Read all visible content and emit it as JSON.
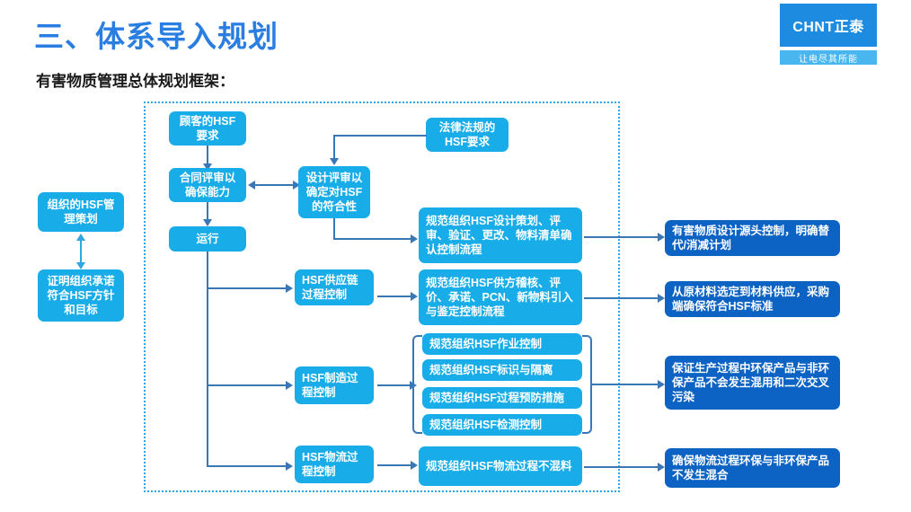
{
  "header": {
    "title": "三、体系导入规划",
    "subtitle": "有害物质管理总体规划框架：",
    "logo_text": "CHNT正泰",
    "logo_tagline": "让电尽其所能"
  },
  "colors": {
    "title_blue": "#2a7de1",
    "box_cyan": "#18ace8",
    "box_navy": "#0d63c4",
    "connector": "#3a77b5",
    "dotted_border": "#2ea8e0",
    "logo_blue": "#1d8ce0",
    "logo_tag_blue": "#49b6ef"
  },
  "left_column": {
    "policy_box": "组织的HSF管理策划",
    "commitment_box": "证明组织承诺符合HSF方针和目标"
  },
  "flow_column": {
    "customer_req": "顾客的HSF要求",
    "contract_review": "合同评审以确保能力",
    "operation": "运行",
    "design_review": "设计评审以确定对HSF的符合性",
    "legal_req": "法律法规的HSF要求",
    "supply_chain": "HSF供应链过程控制",
    "manufacturing": "HSF制造过程控制",
    "logistics": "HSF物流过程控制"
  },
  "process_column": {
    "design_process": "规范组织HSF设计策划、评审、验证、更改、物料清单确认控制流程",
    "supplier_process": "规范组织HSF供方稽核、评价、承诺、PCN、新物料引入与鉴定控制流程",
    "mfg_sub": [
      "规范组织HSF作业控制",
      "规范组织HSF标识与隔离",
      "规范组织HSF过程预防措施",
      "规范组织HSF检测控制"
    ],
    "logistics_process": "规范组织HSF物流过程不混料"
  },
  "outcome_column": {
    "design_outcome": "有害物质设计源头控制，明确替代/消减计划",
    "supplier_outcome": "从原材料选定到材料供应，采购端确保符合HSF标准",
    "mfg_outcome": "保证生产过程中环保产品与非环保产品不会发生混用和二次交叉污染",
    "logistics_outcome": "确保物流过程环保与非环保产品不发生混合"
  }
}
